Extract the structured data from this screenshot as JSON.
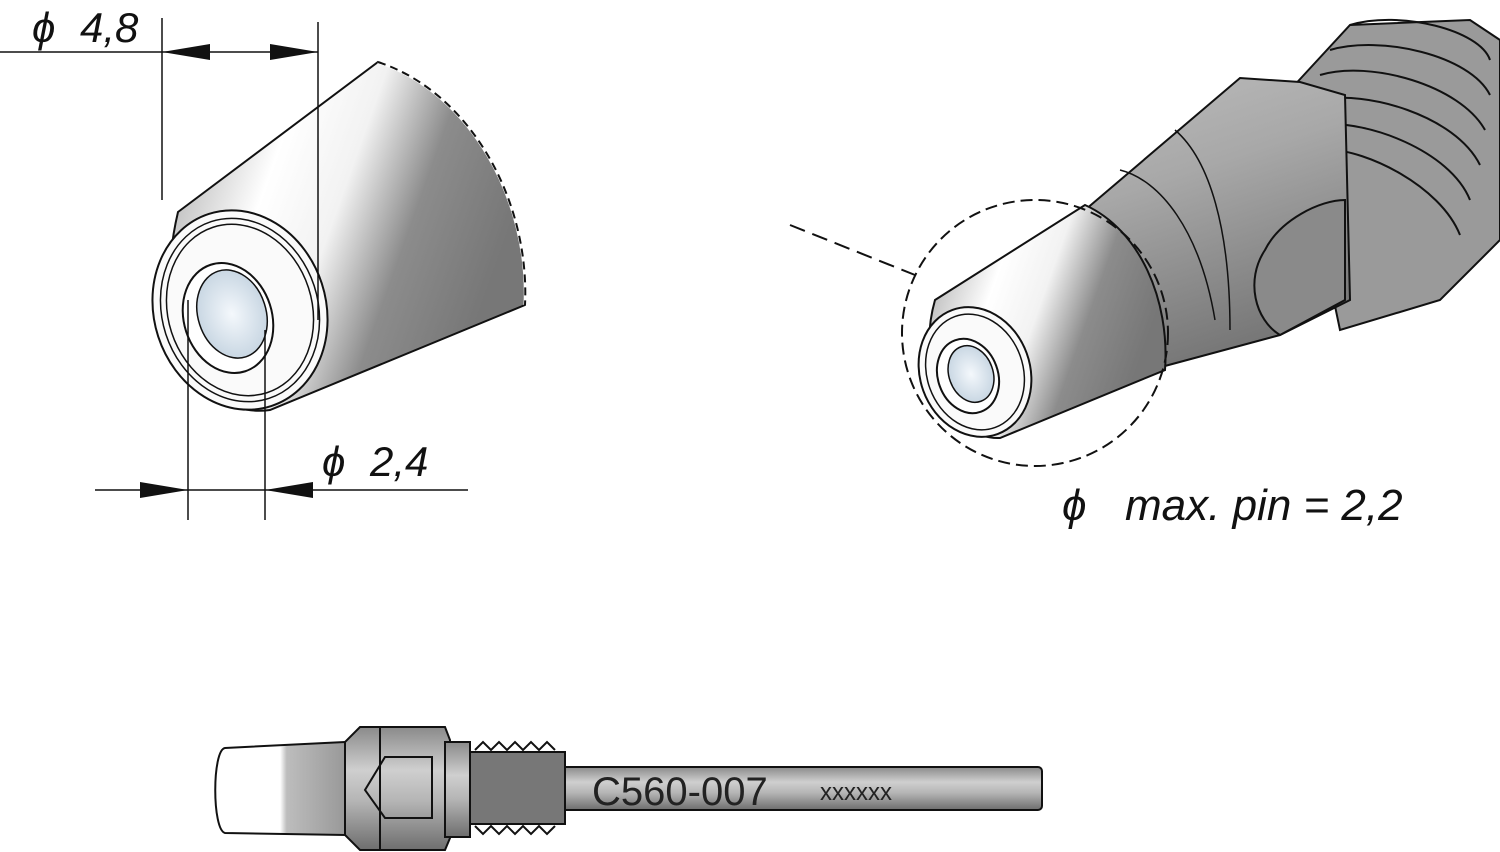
{
  "dimensions": {
    "outer_diameter": {
      "symbol": "ϕ",
      "value": "4,8"
    },
    "inner_diameter": {
      "symbol": "ϕ",
      "value": "2,4"
    },
    "max_pin": {
      "symbol": "ϕ",
      "text": "max. pin = 2,2"
    }
  },
  "part": {
    "number": "C560-007",
    "serial": "xxxxxx"
  },
  "colors": {
    "line": "#111111",
    "metal_light": "#ffffff",
    "metal_dark": "#7a7a7a",
    "bore": "#dfe9f2"
  }
}
